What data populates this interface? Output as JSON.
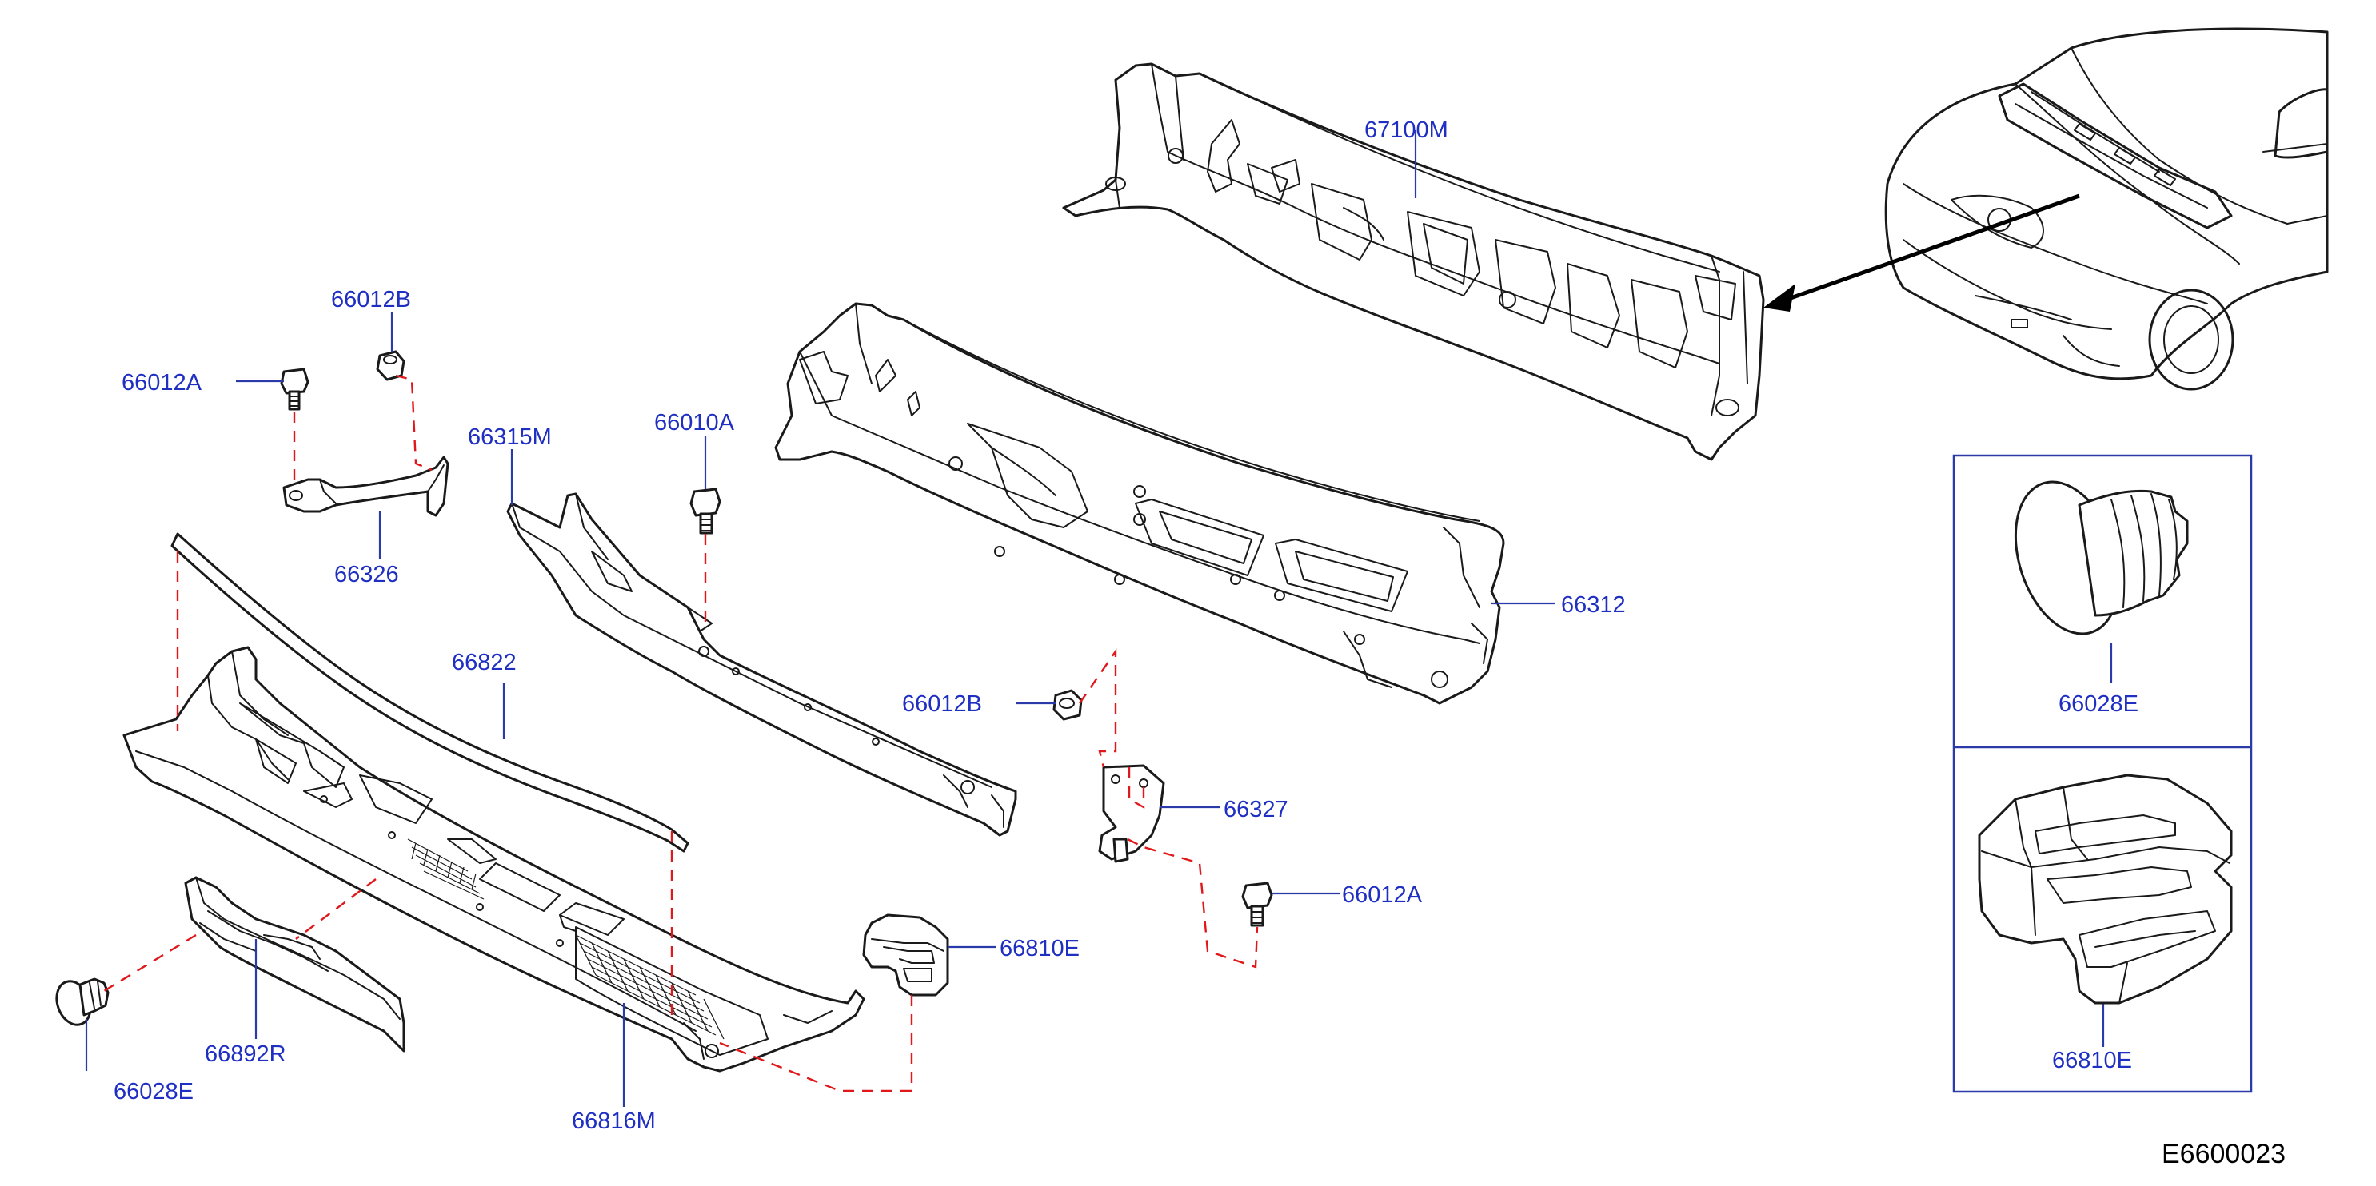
{
  "diagram_code": "E6600023",
  "callouts": {
    "p67100M": "67100M",
    "p66312": "66312",
    "p66315M": "66315M",
    "p66010A": "66010A",
    "p66012B_top": "66012B",
    "p66012A_top": "66012A",
    "p66326": "66326",
    "p66822": "66822",
    "p66012B_mid": "66012B",
    "p66327": "66327",
    "p66012A_bot": "66012A",
    "p66810E_main": "66810E",
    "p66892R": "66892R",
    "p66028E_main": "66028E",
    "p66816M": "66816M",
    "p66028E_inset": "66028E",
    "p66810E_inset": "66810E"
  },
  "colors": {
    "callout_text": "#1f2fc2",
    "leader_line": "#2a3aa8",
    "assembly_dash": "#e0181b",
    "part_outline": "#1a1a1a"
  }
}
